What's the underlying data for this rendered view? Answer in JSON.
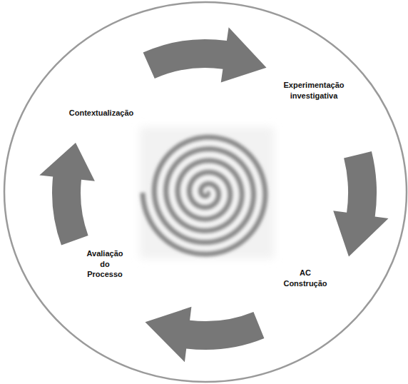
{
  "diagram": {
    "labels": [
      "Contextualização",
      "Experimentação investigativa",
      "AC Construção",
      "Avaliação do Processo"
    ]
  }
}
